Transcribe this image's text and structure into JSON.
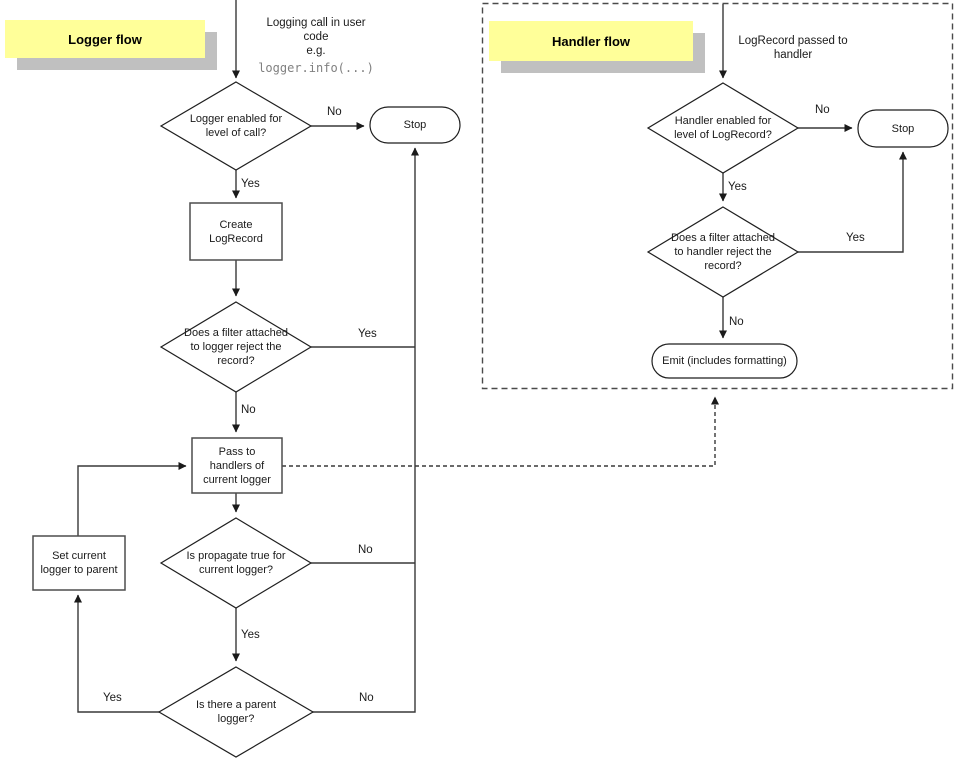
{
  "logger_flow": {
    "title": "Logger flow",
    "start_text": "Logging call in user\ncode\ne.g.",
    "start_code": "logger.info(...)",
    "nodes": {
      "enabled_question": "Logger enabled for\nlevel of call?",
      "stop": "Stop",
      "create": "Create\nLogRecord",
      "filter_question": "Does a filter attached\nto logger reject the\nrecord?",
      "pass": "Pass to\nhandlers of\ncurrent logger",
      "propagate_question": "Is propagate true for\ncurrent logger?",
      "parent_question": "Is there a parent\nlogger?",
      "set_parent": "Set current\nlogger to parent"
    },
    "labels": {
      "enabled_no": "No",
      "enabled_yes": "Yes",
      "filter_yes": "Yes",
      "filter_no": "No",
      "propagate_no": "No",
      "propagate_yes": "Yes",
      "parent_no": "No",
      "parent_yes": "Yes"
    }
  },
  "handler_flow": {
    "title": "Handler flow",
    "start_text": "LogRecord passed to\nhandler",
    "nodes": {
      "enabled_question": "Handler enabled for\nlevel of LogRecord?",
      "stop": "Stop",
      "filter_question": "Does a filter attached\nto handler reject the\nrecord?",
      "emit": "Emit (includes formatting)"
    },
    "labels": {
      "enabled_no": "No",
      "enabled_yes": "Yes",
      "filter_yes": "Yes",
      "filter_no": "No"
    }
  },
  "colors": {
    "title_background": "#ffff99",
    "title_shadow": "#c0c0c0",
    "line": "#383838",
    "code_text": "#808080"
  }
}
